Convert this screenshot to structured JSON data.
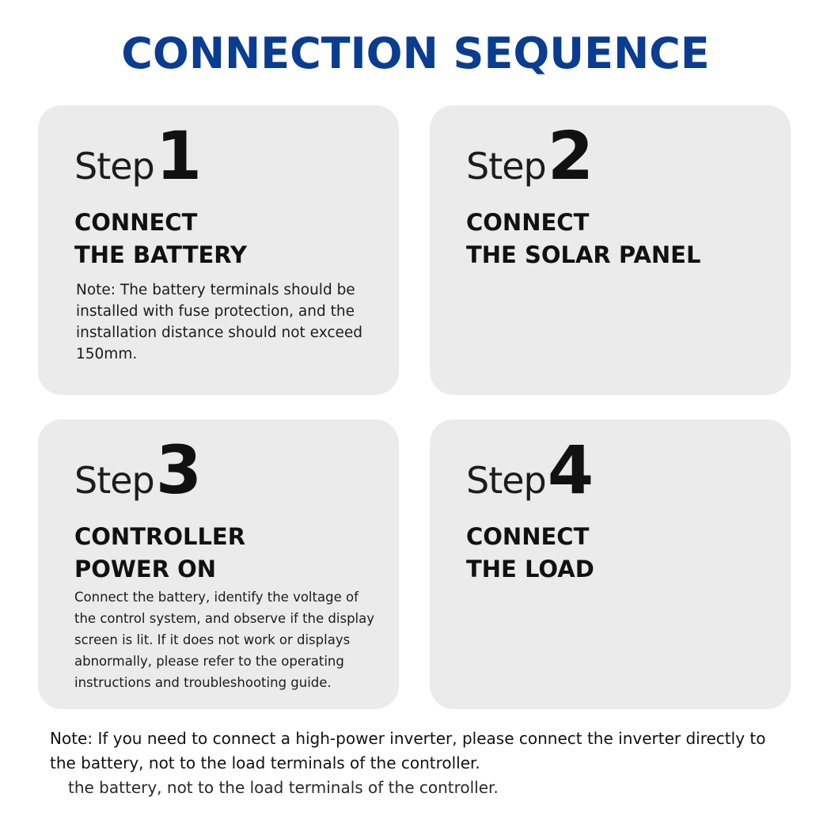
{
  "title": "CONNECTION SEQUENCE",
  "step_word": "Step",
  "steps": [
    {
      "number": "1",
      "title_lines": [
        "CONNECT",
        "THE BATTERY"
      ],
      "text": "Note: The battery terminals should be installed with fuse protection, and the installation distance should not exceed 150mm."
    },
    {
      "number": "2",
      "title_lines": [
        "CONNECT",
        "THE SOLAR PANEL"
      ],
      "text": ""
    },
    {
      "number": "3",
      "title_lines": [
        "CONTROLLER",
        "POWER ON"
      ],
      "text": "Connect the battery, identify the voltage of the control system, and observe if the display screen is lit. If it does not work or displays abnormally, please refer to the operating instructions and troubleshooting guide."
    },
    {
      "number": "4",
      "title_lines": [
        "CONNECT",
        "THE LOAD"
      ],
      "text": ""
    }
  ],
  "bottom_note": {
    "line1": "Note: If you need to connect a high-power inverter, please connect the inverter directly to",
    "line2": "the battery, not to the load terminals of the controller.",
    "ghost_line": "the battery, not to the load terminals of the controller."
  },
  "colors": {
    "title": "#0a3d91",
    "card_background": "#ebebeb",
    "text": "#111111"
  }
}
